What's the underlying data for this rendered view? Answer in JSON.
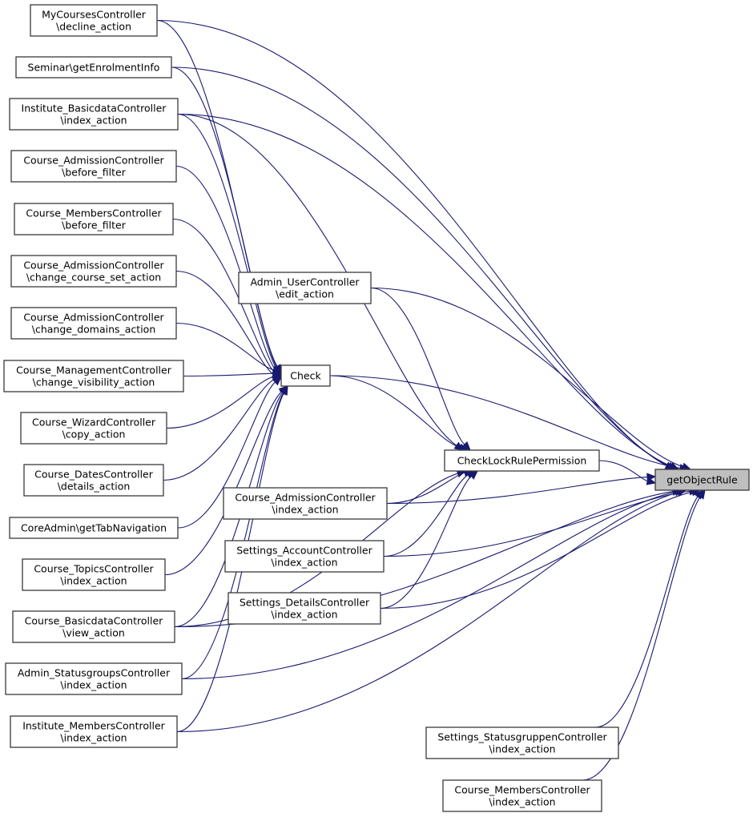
{
  "diagram": {
    "type": "doxygen-caller-graph",
    "target": "getObjectRule",
    "colors": {
      "edge": "#191970",
      "node_border": "#3a3a3a",
      "node_fill": "#ffffff",
      "target_fill": "#bfbfbf"
    },
    "nodes": [
      {
        "id": "getObjectRule",
        "lines": [
          "getObjectRule"
        ],
        "target": true
      },
      {
        "id": "Check",
        "lines": [
          "Check"
        ]
      },
      {
        "id": "CheckLockRulePermission",
        "lines": [
          "CheckLockRulePermission"
        ]
      },
      {
        "id": "MyCourses_decline",
        "lines": [
          "MyCoursesController",
          "\\decline_action"
        ]
      },
      {
        "id": "Seminar_getEnrolmentInfo",
        "lines": [
          "Seminar\\getEnrolmentInfo"
        ]
      },
      {
        "id": "InstBasic_index",
        "lines": [
          "Institute_BasicdataController",
          "\\index_action"
        ]
      },
      {
        "id": "CourseAdm_before",
        "lines": [
          "Course_AdmissionController",
          "\\before_filter"
        ]
      },
      {
        "id": "CourseMem_before",
        "lines": [
          "Course_MembersController",
          "\\before_filter"
        ]
      },
      {
        "id": "CourseAdm_courseset",
        "lines": [
          "Course_AdmissionController",
          "\\change_course_set_action"
        ]
      },
      {
        "id": "CourseAdm_domains",
        "lines": [
          "Course_AdmissionController",
          "\\change_domains_action"
        ]
      },
      {
        "id": "CourseMgmt_visibility",
        "lines": [
          "Course_ManagementController",
          "\\change_visibility_action"
        ]
      },
      {
        "id": "CourseWiz_copy",
        "lines": [
          "Course_WizardController",
          "\\copy_action"
        ]
      },
      {
        "id": "CourseDates_details",
        "lines": [
          "Course_DatesController",
          "\\details_action"
        ]
      },
      {
        "id": "CoreAdmin_tabnav",
        "lines": [
          "CoreAdmin\\getTabNavigation"
        ]
      },
      {
        "id": "CourseTopics_index",
        "lines": [
          "Course_TopicsController",
          "\\index_action"
        ]
      },
      {
        "id": "CourseBasic_view",
        "lines": [
          "Course_BasicdataController",
          "\\view_action"
        ]
      },
      {
        "id": "AdminStatus_index",
        "lines": [
          "Admin_StatusgroupsController",
          "\\index_action"
        ]
      },
      {
        "id": "InstMembers_index",
        "lines": [
          "Institute_MembersController",
          "\\index_action"
        ]
      },
      {
        "id": "AdminUser_edit",
        "lines": [
          "Admin_UserController",
          "\\edit_action"
        ]
      },
      {
        "id": "CourseAdm_index",
        "lines": [
          "Course_AdmissionController",
          "\\index_action"
        ]
      },
      {
        "id": "SettingsAcc_index",
        "lines": [
          "Settings_AccountController",
          "\\index_action"
        ]
      },
      {
        "id": "SettingsDet_index",
        "lines": [
          "Settings_DetailsController",
          "\\index_action"
        ]
      },
      {
        "id": "SettingsStatus_index",
        "lines": [
          "Settings_StatusgruppenController",
          "\\index_action"
        ]
      },
      {
        "id": "CourseMem_index",
        "lines": [
          "Course_MembersController",
          "\\index_action"
        ]
      }
    ],
    "edges": [
      {
        "from": "MyCourses_decline",
        "to": "getObjectRule"
      },
      {
        "from": "MyCourses_decline",
        "to": "Check"
      },
      {
        "from": "Seminar_getEnrolmentInfo",
        "to": "getObjectRule"
      },
      {
        "from": "Seminar_getEnrolmentInfo",
        "to": "Check"
      },
      {
        "from": "InstBasic_index",
        "to": "getObjectRule"
      },
      {
        "from": "InstBasic_index",
        "to": "Check"
      },
      {
        "from": "InstBasic_index",
        "to": "CheckLockRulePermission"
      },
      {
        "from": "CourseAdm_before",
        "to": "Check"
      },
      {
        "from": "CourseMem_before",
        "to": "Check"
      },
      {
        "from": "CourseAdm_courseset",
        "to": "Check"
      },
      {
        "from": "CourseAdm_domains",
        "to": "Check"
      },
      {
        "from": "CourseMgmt_visibility",
        "to": "Check"
      },
      {
        "from": "CourseWiz_copy",
        "to": "Check"
      },
      {
        "from": "CourseDates_details",
        "to": "Check"
      },
      {
        "from": "CoreAdmin_tabnav",
        "to": "Check"
      },
      {
        "from": "CourseTopics_index",
        "to": "Check"
      },
      {
        "from": "CourseBasic_view",
        "to": "Check"
      },
      {
        "from": "CourseBasic_view",
        "to": "getObjectRule"
      },
      {
        "from": "CourseBasic_view",
        "to": "CheckLockRulePermission"
      },
      {
        "from": "AdminStatus_index",
        "to": "Check"
      },
      {
        "from": "AdminStatus_index",
        "to": "getObjectRule"
      },
      {
        "from": "InstMembers_index",
        "to": "Check"
      },
      {
        "from": "InstMembers_index",
        "to": "getObjectRule"
      },
      {
        "from": "Check",
        "to": "getObjectRule"
      },
      {
        "from": "Check",
        "to": "CheckLockRulePermission"
      },
      {
        "from": "AdminUser_edit",
        "to": "getObjectRule"
      },
      {
        "from": "AdminUser_edit",
        "to": "CheckLockRulePermission"
      },
      {
        "from": "CheckLockRulePermission",
        "to": "getObjectRule"
      },
      {
        "from": "CourseAdm_index",
        "to": "CheckLockRulePermission"
      },
      {
        "from": "CourseAdm_index",
        "to": "getObjectRule"
      },
      {
        "from": "SettingsAcc_index",
        "to": "CheckLockRulePermission"
      },
      {
        "from": "SettingsAcc_index",
        "to": "getObjectRule"
      },
      {
        "from": "SettingsDet_index",
        "to": "CheckLockRulePermission"
      },
      {
        "from": "SettingsDet_index",
        "to": "getObjectRule"
      },
      {
        "from": "SettingsStatus_index",
        "to": "getObjectRule"
      },
      {
        "from": "CourseMem_index",
        "to": "getObjectRule"
      }
    ]
  }
}
